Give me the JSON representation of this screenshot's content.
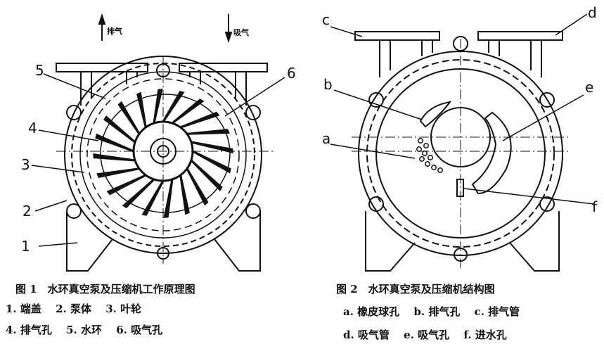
{
  "figure1": {
    "exhaust_label": "排气",
    "intake_label": "吸气",
    "markers": [
      "1",
      "2",
      "3",
      "4",
      "5",
      "6"
    ],
    "caption": "图 1　水环真空泵及压缩机工作原理图",
    "legend_row1": [
      "1. 端盖",
      "2. 泵体",
      "3. 叶轮"
    ],
    "legend_row2": [
      "4. 排气孔",
      "5. 水环",
      "6. 吸气孔"
    ]
  },
  "figure2": {
    "markers": [
      "a",
      "b",
      "c",
      "d",
      "e",
      "f"
    ],
    "caption": "图 2　水环真空泵及压缩机结构图",
    "legend_row1": [
      "a. 橡皮球孔",
      "b. 排气孔",
      "c. 排气管"
    ],
    "legend_row2": [
      "d. 吸气管",
      "e. 吸气孔",
      "f. 进水孔"
    ]
  }
}
